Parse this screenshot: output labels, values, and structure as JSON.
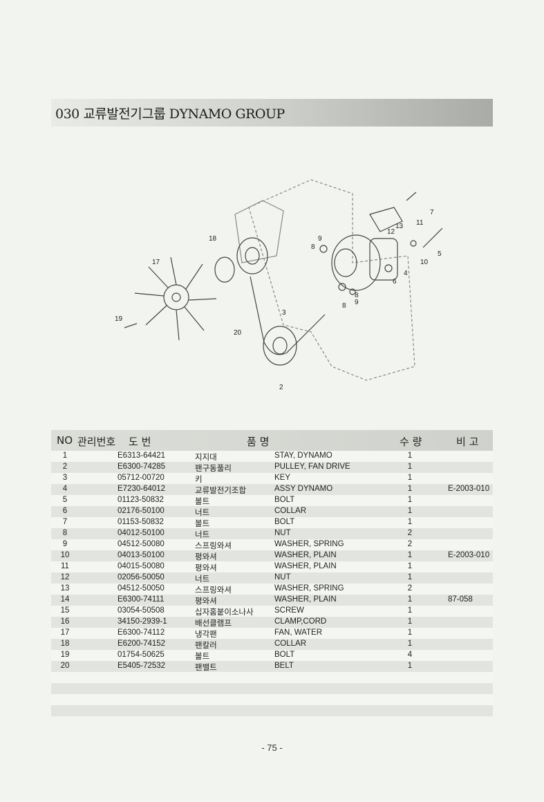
{
  "title": {
    "number": "030",
    "korean": "교류발전기그룹",
    "english": "DYNAMO GROUP"
  },
  "figure": {
    "callouts": [
      "2",
      "3",
      "4",
      "5",
      "6",
      "7",
      "8",
      "8",
      "8",
      "9",
      "9",
      "10",
      "11",
      "12",
      "13",
      "17",
      "18",
      "19",
      "20"
    ]
  },
  "table": {
    "headers": {
      "no": "NO",
      "mgmt": "관리번호",
      "drawing": "도 번",
      "part_name": "품 명",
      "qty": "수 량",
      "remarks": "비 고"
    },
    "rows": [
      {
        "no": "1",
        "code": "E6313-64421",
        "kor": "지지대",
        "eng": "STAY, DYNAMO",
        "qty": "1",
        "note": ""
      },
      {
        "no": "2",
        "code": "E6300-74285",
        "kor": "팬구동풀리",
        "eng": "PULLEY, FAN DRIVE",
        "qty": "1",
        "note": ""
      },
      {
        "no": "3",
        "code": "05712-00720",
        "kor": "키",
        "eng": "KEY",
        "qty": "1",
        "note": ""
      },
      {
        "no": "4",
        "code": "E7230-64012",
        "kor": "교류발전기조합",
        "eng": "ASSY DYNAMO",
        "qty": "1",
        "note": "E-2003-010"
      },
      {
        "no": "5",
        "code": "01123-50832",
        "kor": "볼트",
        "eng": "BOLT",
        "qty": "1",
        "note": ""
      },
      {
        "no": "6",
        "code": "02176-50100",
        "kor": "너트",
        "eng": "COLLAR",
        "qty": "1",
        "note": ""
      },
      {
        "no": "7",
        "code": "01153-50832",
        "kor": "볼트",
        "eng": "BOLT",
        "qty": "1",
        "note": ""
      },
      {
        "no": "8",
        "code": "04012-50100",
        "kor": "너트",
        "eng": "NUT",
        "qty": "2",
        "note": ""
      },
      {
        "no": "9",
        "code": "04512-50080",
        "kor": "스프링와셔",
        "eng": "WASHER, SPRING",
        "qty": "2",
        "note": ""
      },
      {
        "no": "10",
        "code": "04013-50100",
        "kor": "평와셔",
        "eng": "WASHER, PLAIN",
        "qty": "1",
        "note": "E-2003-010"
      },
      {
        "no": "11",
        "code": "04015-50080",
        "kor": "평와셔",
        "eng": "WASHER, PLAIN",
        "qty": "1",
        "note": ""
      },
      {
        "no": "12",
        "code": "02056-50050",
        "kor": "너트",
        "eng": "NUT",
        "qty": "1",
        "note": ""
      },
      {
        "no": "13",
        "code": "04512-50050",
        "kor": "스프링와셔",
        "eng": "WASHER, SPRING",
        "qty": "2",
        "note": ""
      },
      {
        "no": "14",
        "code": "E6300-74111",
        "kor": "평와셔",
        "eng": "WASHER, PLAIN",
        "qty": "1",
        "note": "87-058"
      },
      {
        "no": "15",
        "code": "03054-50508",
        "kor": "십자홈붙이소나사",
        "eng": "SCREW",
        "qty": "1",
        "note": ""
      },
      {
        "no": "16",
        "code": "34150-2939-1",
        "kor": "배선클램프",
        "eng": "CLAMP,CORD",
        "qty": "1",
        "note": ""
      },
      {
        "no": "17",
        "code": "E6300-74112",
        "kor": "냉각팬",
        "eng": "FAN, WATER",
        "qty": "1",
        "note": ""
      },
      {
        "no": "18",
        "code": "E6200-74152",
        "kor": "팬칼러",
        "eng": "COLLAR",
        "qty": "1",
        "note": ""
      },
      {
        "no": "19",
        "code": "01754-50625",
        "kor": "볼트",
        "eng": "BOLT",
        "qty": "4",
        "note": ""
      },
      {
        "no": "20",
        "code": "E5405-72532",
        "kor": "팬밸트",
        "eng": "BELT",
        "qty": "1",
        "note": ""
      }
    ]
  },
  "page_number": "- 75 -"
}
